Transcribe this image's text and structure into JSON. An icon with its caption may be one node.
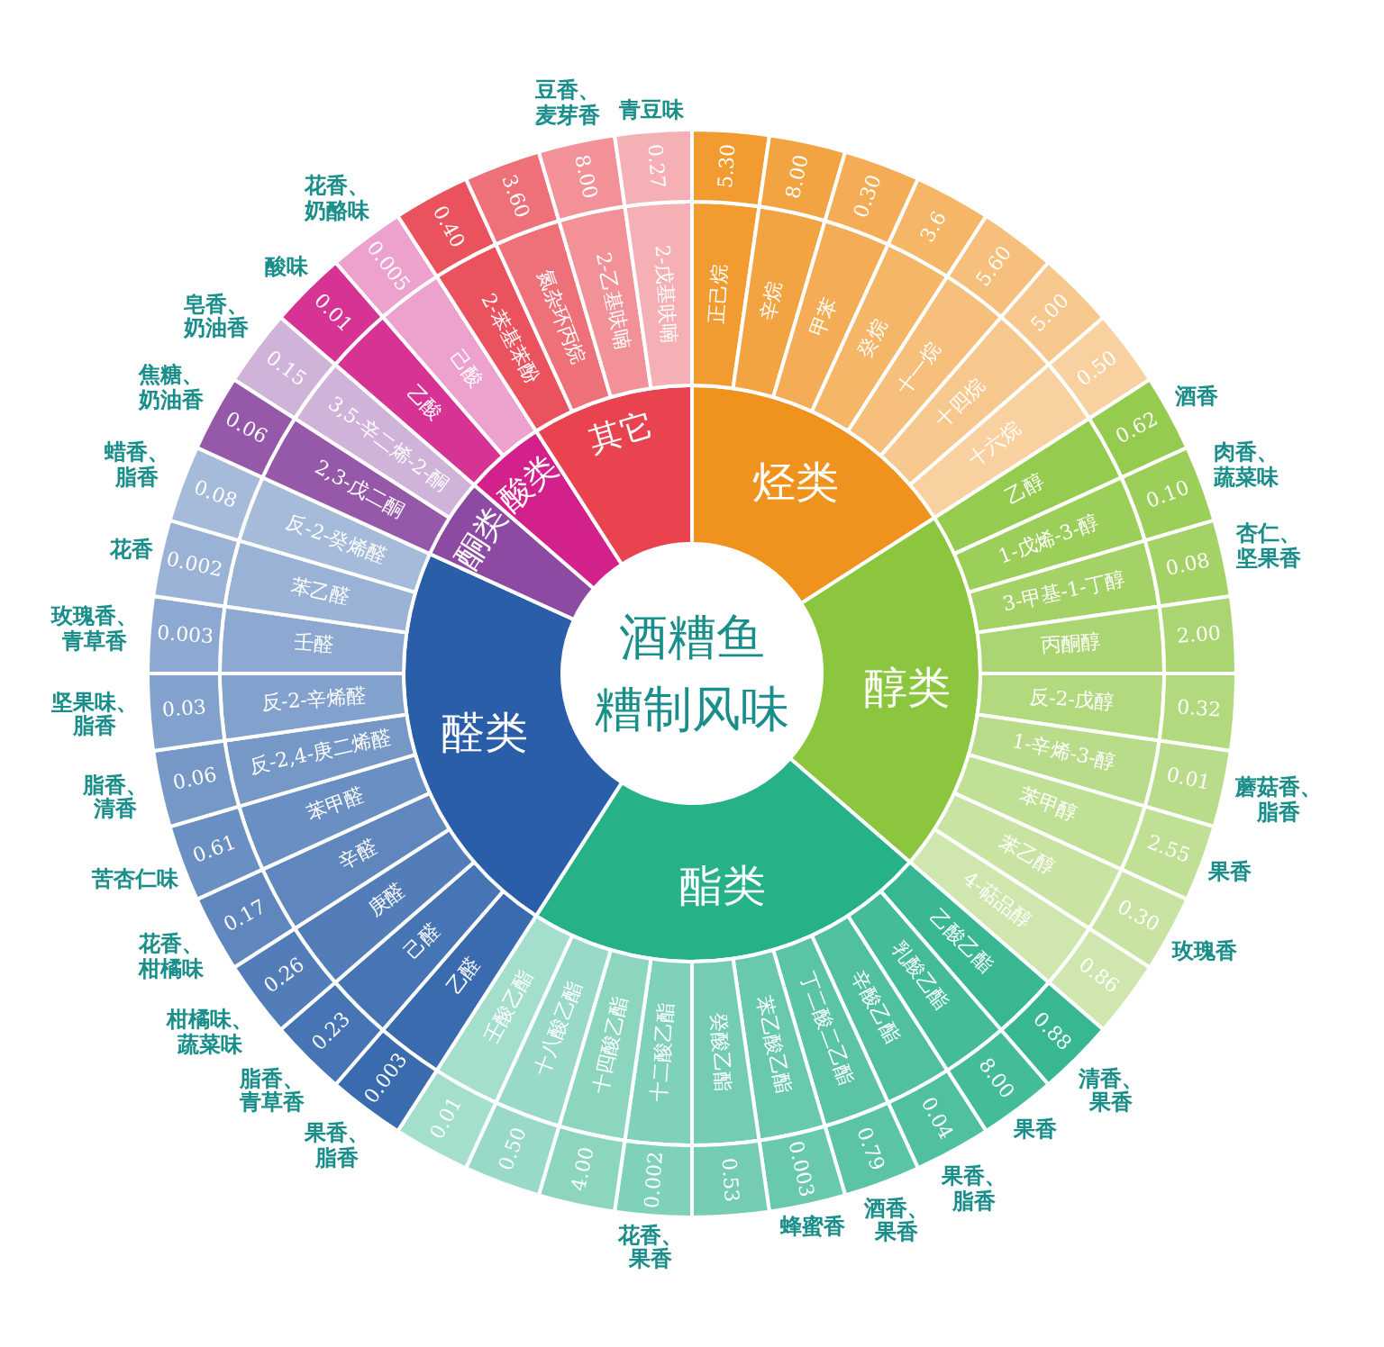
{
  "diagram": {
    "nodes": [
      {
        "text": [
          "酒糟鱼",
          "糟制风味"
        ]
      },
      {
        "text": [
          "烃类"
        ]
      },
      {
        "text": [
          "正己烷",
          "5.30"
        ]
      },
      {
        "text": [
          "辛烷",
          "8.00"
        ]
      },
      {
        "text": [
          "甲苯",
          "0.30"
        ]
      },
      {
        "text": [
          "癸烷",
          "3.6"
        ]
      },
      {
        "text": [
          "十一烷",
          "5.60"
        ]
      },
      {
        "text": [
          "十四烷",
          "5.00"
        ]
      },
      {
        "text": [
          "十六烷",
          "0.50"
        ]
      },
      {
        "text": [
          "醇类"
        ]
      },
      {
        "text": [
          "乙醇",
          "0.62"
        ],
        "beside": [
          "酒香"
        ]
      },
      {
        "text": [
          "1-戊烯-3-醇",
          "0.10"
        ],
        "beside": [
          "肉香、蔬菜味"
        ]
      },
      {
        "text": [
          "3-甲基-1-丁醇",
          "0.08"
        ],
        "beside": [
          "杏仁、坚果香"
        ]
      },
      {
        "text": [
          "丙酮醇",
          "2.00"
        ]
      },
      {
        "text": [
          "反-2-戊醇",
          "0.32"
        ]
      },
      {
        "text": [
          "1-辛烯-3-醇",
          "0.01"
        ],
        "beside": [
          "蘑菇香、脂香"
        ]
      },
      {
        "text": [
          "苯甲醇",
          "2.55"
        ],
        "beside": [
          "果香"
        ]
      },
      {
        "text": [
          "苯乙醇",
          "0.30"
        ],
        "beside": [
          "玫瑰香"
        ]
      },
      {
        "text": [
          "4-萜品醇",
          "0.86"
        ]
      },
      {
        "text": [
          "酯类"
        ]
      },
      {
        "text": [
          "乙酸乙酯",
          "0.88"
        ],
        "beside": [
          "清香、果香"
        ]
      },
      {
        "text": [
          "乳酸乙酯",
          "8.00"
        ],
        "beside": [
          "果香"
        ]
      },
      {
        "text": [
          "辛酸乙酯",
          "0.04"
        ],
        "beside": [
          "果香、脂香"
        ]
      },
      {
        "text": [
          "丁二酸二乙酯",
          "0.79"
        ],
        "beside": [
          "酒香、果香"
        ]
      },
      {
        "text": [
          "苯乙酸乙酯",
          "0.003"
        ],
        "beside": [
          "蜂蜜香"
        ]
      },
      {
        "text": [
          "癸酸乙酯",
          "0.53"
        ]
      },
      {
        "text": [
          "十二酸乙酯",
          "0.002"
        ],
        "beside": [
          "花香、果香"
        ]
      },
      {
        "text": [
          "十四酸乙酯",
          "4.00"
        ]
      },
      {
        "text": [
          "十八酸乙酯",
          "0.50"
        ]
      },
      {
        "text": [
          "壬酸乙酯",
          "0.01"
        ]
      },
      {
        "text": [
          "醛类"
        ]
      },
      {
        "text": [
          "乙醛",
          "0.003"
        ],
        "beside": [
          "果香、脂香"
        ]
      },
      {
        "text": [
          "己醛",
          "0.23"
        ],
        "beside": [
          "脂香、青草香"
        ]
      },
      {
        "text": [
          "庚醛",
          "0.26"
        ],
        "beside": [
          "柑橘味、蔬菜味"
        ]
      },
      {
        "text": [
          "辛醛",
          "0.17"
        ],
        "beside": [
          "花香、柑橘味"
        ]
      },
      {
        "text": [
          "苯甲醛",
          "0.61"
        ],
        "beside": [
          "苦杏仁味"
        ]
      },
      {
        "text": [
          "反-2,4-庚二烯醛",
          "0.06"
        ],
        "beside": [
          "脂香、清香"
        ]
      },
      {
        "text": [
          "反-2-辛烯醛",
          "0.03"
        ],
        "beside": [
          "坚果味、脂香"
        ]
      },
      {
        "text": [
          "壬醛",
          "0.003"
        ],
        "beside": [
          "玫瑰香、青草香"
        ]
      },
      {
        "text": [
          "苯乙醛",
          "0.002"
        ],
        "beside": [
          "花香"
        ]
      },
      {
        "text": [
          "反-2-癸烯醛",
          "0.08"
        ],
        "beside": [
          "蜡香、脂香"
        ]
      },
      {
        "text": [
          "酮类"
        ]
      },
      {
        "text": [
          "2,3-戊二酮",
          "0.06"
        ],
        "beside": [
          "焦糖、奶油香"
        ]
      },
      {
        "text": [
          "3,5-辛二烯-2-酮",
          "0.15"
        ],
        "beside": [
          "皂香、奶油香"
        ]
      },
      {
        "text": [
          "酸类"
        ]
      },
      {
        "text": [
          "乙酸",
          "0.01"
        ],
        "beside": [
          "酸味"
        ]
      },
      {
        "text": [
          "己酸",
          "0.005"
        ],
        "beside": [
          "花香、奶酪味"
        ]
      },
      {
        "text": [
          "其它"
        ]
      },
      {
        "text": [
          "2-苯基苯酚",
          "0.40"
        ]
      },
      {
        "text": [
          "氮杂环丙烷",
          "3.60"
        ]
      },
      {
        "text": [
          "2-乙基呋喃",
          "8.00"
        ],
        "beside": [
          "豆香、麦芽香"
        ]
      },
      {
        "text": [
          "2-戊基呋喃",
          "0.27"
        ],
        "beside": [
          "青豆味"
        ]
      }
    ]
  }
}
